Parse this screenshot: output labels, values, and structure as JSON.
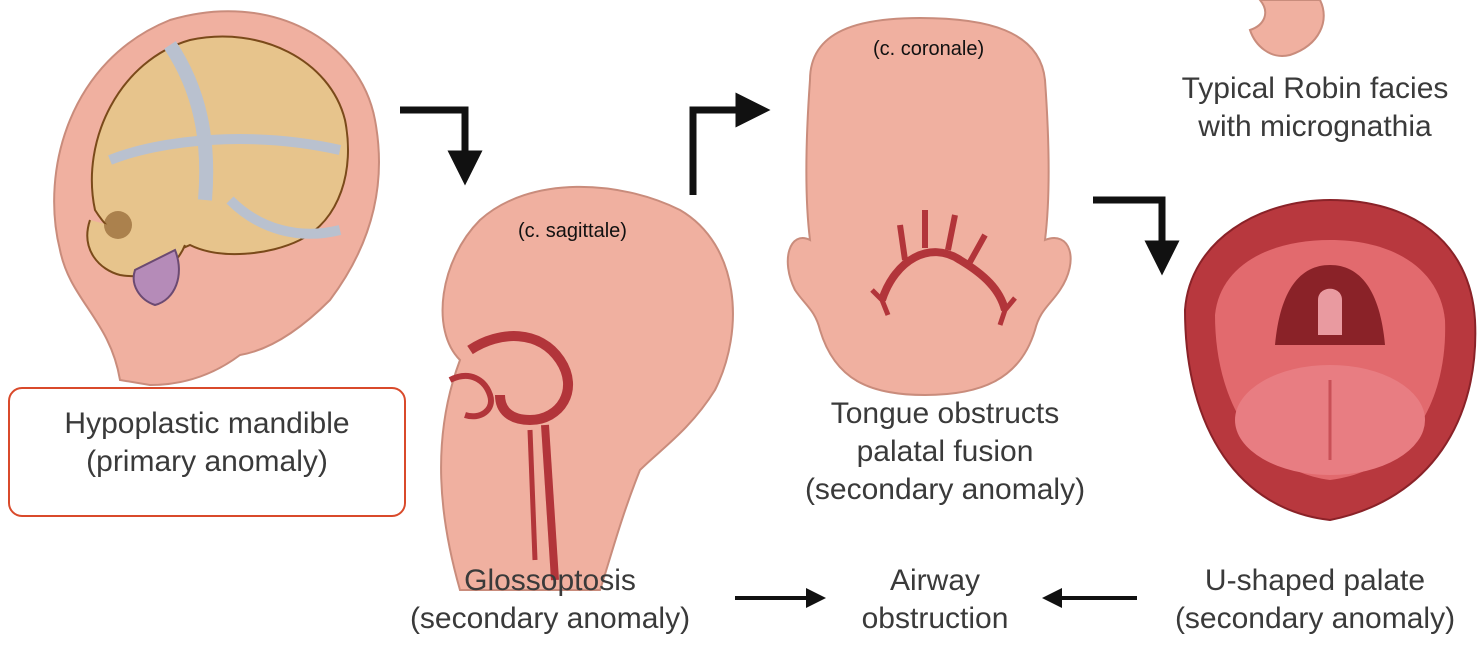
{
  "colors": {
    "skin": "#f0b0a0",
    "skin_edge": "#c98c7c",
    "bone": "#e7c48c",
    "bone_dark": "#7a4a1a",
    "suture": "#b9c1cf",
    "vessel": "#b2353a",
    "mouth_outer": "#b8383e",
    "mouth_inner": "#e26a6e",
    "arrow": "#111111",
    "highlight": "#d94a2b"
  },
  "labels": {
    "sagittal": "(c. sagittale)",
    "coronal": "(c. coronale)"
  },
  "captions": {
    "hypoplastic": [
      "Hypoplastic mandible",
      "(primary anomaly)"
    ],
    "glossoptosis": [
      "Glossoptosis",
      "(secondary anomaly)"
    ],
    "airway": [
      "Airway",
      "obstruction"
    ],
    "tongue": [
      "Tongue obstructs",
      "palatal fusion",
      "(secondary anomaly)"
    ],
    "palate": [
      "U-shaped palate",
      "(secondary anomaly)"
    ],
    "robin": [
      "Typical Robin facies",
      "with micrognathia"
    ]
  }
}
